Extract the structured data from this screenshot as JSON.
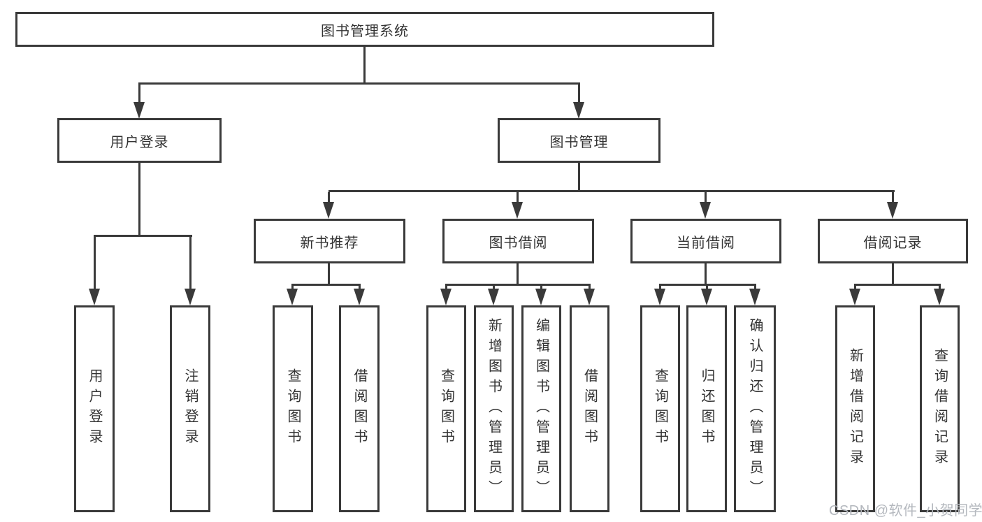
{
  "diagram_type": "hierarchy",
  "colors": {
    "line": "#3a3a3a",
    "text": "#333333",
    "watermark": "#b4b8be",
    "background": "#ffffff"
  },
  "tree": {
    "root": {
      "label": "图书管理系统",
      "children": [
        {
          "label": "用户登录",
          "children": [
            {
              "label": "用户登录"
            },
            {
              "label": "注销登录"
            }
          ]
        },
        {
          "label": "图书管理",
          "children": [
            {
              "label": "新书推荐",
              "children": [
                {
                  "label": "查询图书"
                },
                {
                  "label": "借阅图书"
                }
              ]
            },
            {
              "label": "图书借阅",
              "children": [
                {
                  "label": "查询图书"
                },
                {
                  "label": "新增图书（管理员）"
                },
                {
                  "label": "编辑图书（管理员）"
                },
                {
                  "label": "借阅图书"
                }
              ]
            },
            {
              "label": "当前借阅",
              "children": [
                {
                  "label": "查询图书"
                },
                {
                  "label": "归还图书"
                },
                {
                  "label": "确认归还（管理员）"
                }
              ]
            },
            {
              "label": "借阅记录",
              "children": [
                {
                  "label": "新增借阅记录"
                },
                {
                  "label": "查询借阅记录"
                }
              ]
            }
          ]
        }
      ]
    }
  },
  "watermark": {
    "text": "CSDN @软件_小贺同学"
  }
}
